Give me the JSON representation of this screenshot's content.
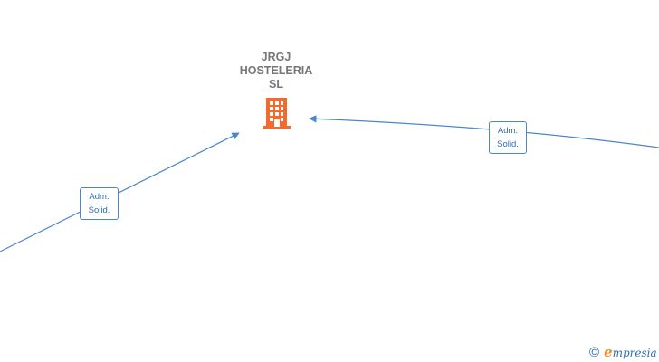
{
  "company": {
    "name_lines": [
      "JRGJ",
      "HOSTELERIA",
      "SL"
    ],
    "icon": "building-icon",
    "icon_color": "#f26a2e"
  },
  "edges": [
    {
      "label_lines": [
        "Adm.",
        "Solid."
      ],
      "color": "#4a86c8"
    },
    {
      "label_lines": [
        "Adm.",
        "Solid."
      ],
      "color": "#4a86c8"
    }
  ],
  "watermark": {
    "symbol": "©",
    "brand_initial": "e",
    "brand_rest": "mpresia",
    "brand_color": "#2e6db4",
    "initial_color": "#f08c1e"
  }
}
